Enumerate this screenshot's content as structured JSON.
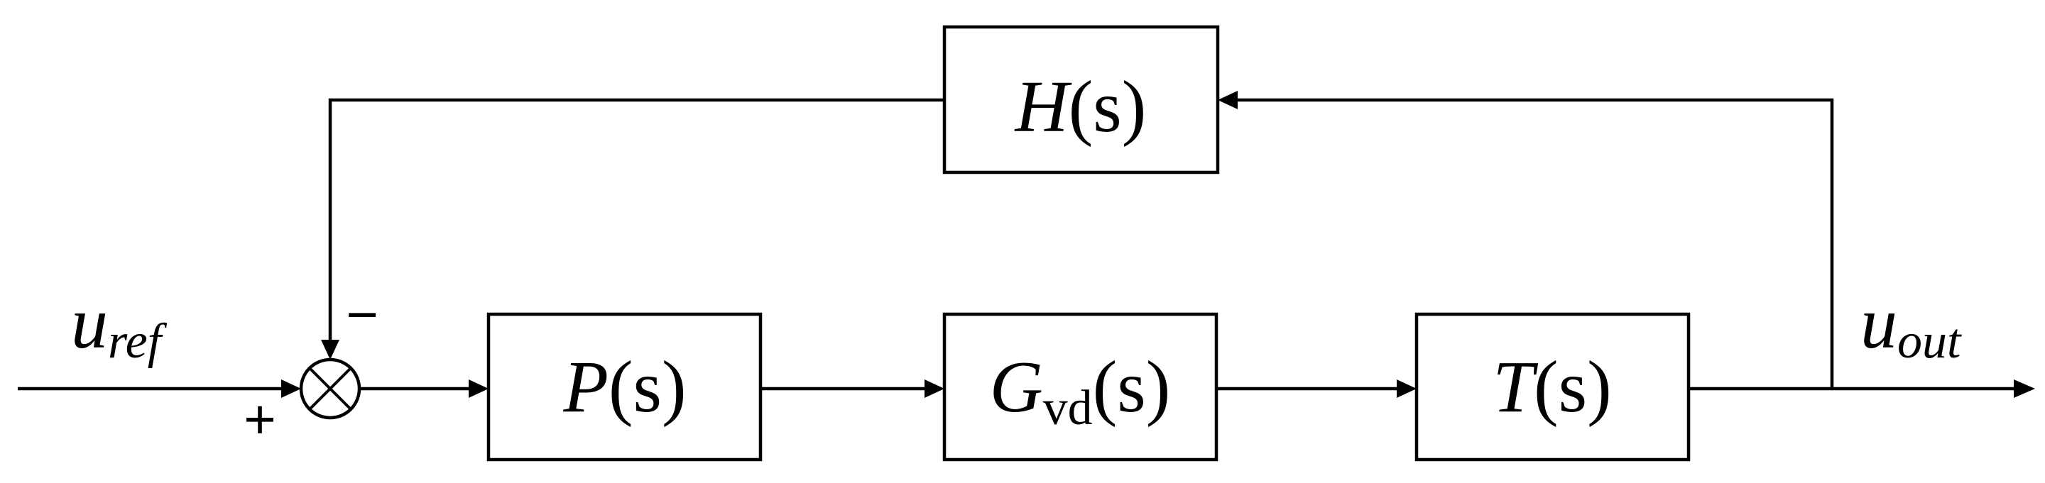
{
  "diagram": {
    "blocks": {
      "H": {
        "symbol": "H",
        "arg": "(s)"
      },
      "P": {
        "symbol": "P",
        "arg": "(s)"
      },
      "G": {
        "symbol": "G",
        "subscript": "vd",
        "arg": "(s)"
      },
      "T": {
        "symbol": "T",
        "arg": "(s)"
      }
    },
    "signals": {
      "input": {
        "symbol": "u",
        "subscript": "ref"
      },
      "output": {
        "symbol": "u",
        "subscript": "out"
      }
    },
    "summing_junction": {
      "plus_sign": "+",
      "minus_sign": "−"
    }
  }
}
